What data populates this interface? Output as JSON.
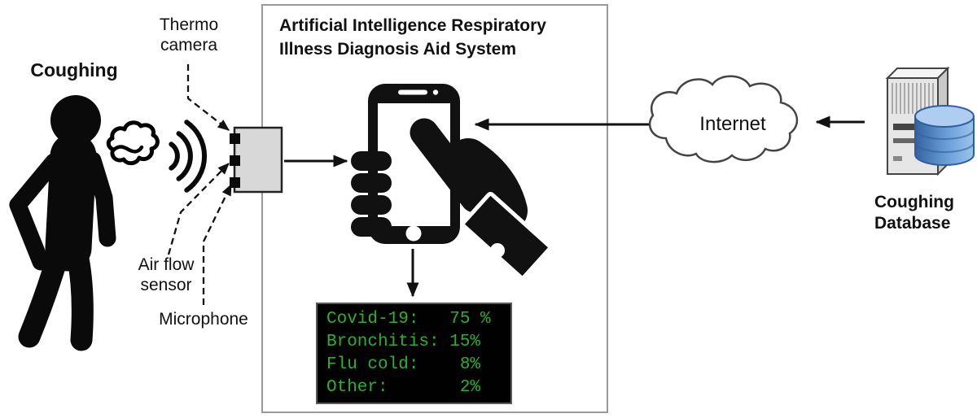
{
  "scene": {
    "person": {
      "label": "Coughing"
    },
    "sensors": {
      "thermo_camera": "Thermo\ncamera",
      "air_flow": "Air flow\nsensor",
      "microphone": "Microphone"
    },
    "system_box": {
      "title_line1": "Artificial Intelligence Respiratory",
      "title_line2": "Illness Diagnosis Aid System"
    },
    "internet": {
      "label": "Internet"
    },
    "database": {
      "label": "Coughing\nDatabase"
    },
    "terminal": {
      "lines": [
        "Covid-19:   75 %",
        "Bronchitis: 15%",
        "Flu cold:    8%",
        "Other:       2%"
      ],
      "text_color": "#2fae2f",
      "bg_color": "#010101"
    },
    "colors": {
      "silhouette": "#0a0a0a",
      "sensor_box_fill": "#d8d8d8",
      "system_border": "#999999",
      "database_blue": "#4a7fc1"
    }
  }
}
